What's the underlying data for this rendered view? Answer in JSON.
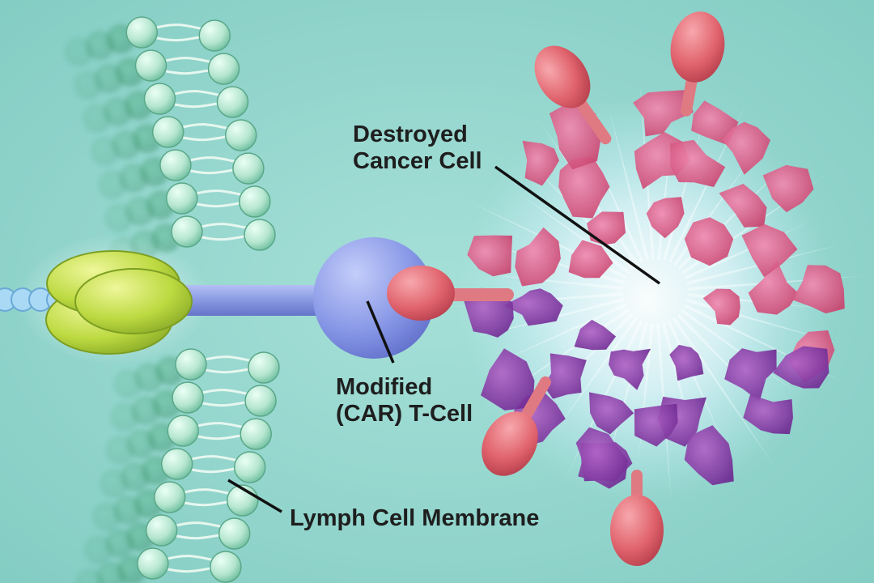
{
  "labels": {
    "destroyed_cancer_cell": [
      "Destroyed",
      "Cancer Cell"
    ],
    "modified_t_cell": [
      "Modified",
      "(CAR) T-Cell"
    ],
    "lymph_cell_membrane": "Lymph Cell Membrane"
  },
  "colors": {
    "background": "#8fd4cc",
    "membrane_head": "#bfe9d6",
    "membrane_shadow": "#2f9a63",
    "receptor_green": "#c6e04a",
    "t_cell_blue": "#8a9ae6",
    "antigen_red": "#e06670",
    "cancer_purple": "#8a3aa6",
    "cancer_pink": "#d8538a"
  }
}
